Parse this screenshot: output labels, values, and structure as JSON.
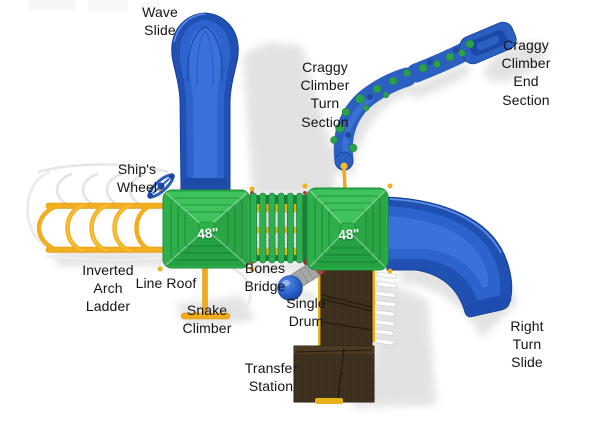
{
  "diagram": {
    "title": "playground-structure-top-view",
    "labels": {
      "wave_slide": "Wave\nSlide",
      "craggy_climber_turn": "Craggy\nClimber\nTurn\nSection",
      "craggy_climber_end": "Craggy\nClimber\nEnd\nSection",
      "ships_wheel": "Ship's\nWheel",
      "inverted_arch_ladder": "Inverted\nArch\nLadder",
      "line_roof": "Line Roof",
      "snake_climber": "Snake\nClimber",
      "bones_bridge": "Bones\nBridge",
      "single_drum": "Single\nDrum",
      "transfer_station": "Transfer\nStation",
      "right_turn_slide": "Right\nTurn\nSlide"
    },
    "decks": {
      "left_size": "48\"",
      "right_size": "48\""
    },
    "colors": {
      "slide_blue": "#2c63cc",
      "slide_blue_dark": "#1f50b2",
      "platform_green": "#2eb04b",
      "ladder_yellow": "#f3ae1e",
      "transfer_brown": "#3c2f1d",
      "bone_white": "#dcdcdc",
      "drum_grey": "#a6a6a6",
      "accent_red": "#a84136",
      "label_text": "#141414",
      "background": "#ffffff"
    }
  }
}
